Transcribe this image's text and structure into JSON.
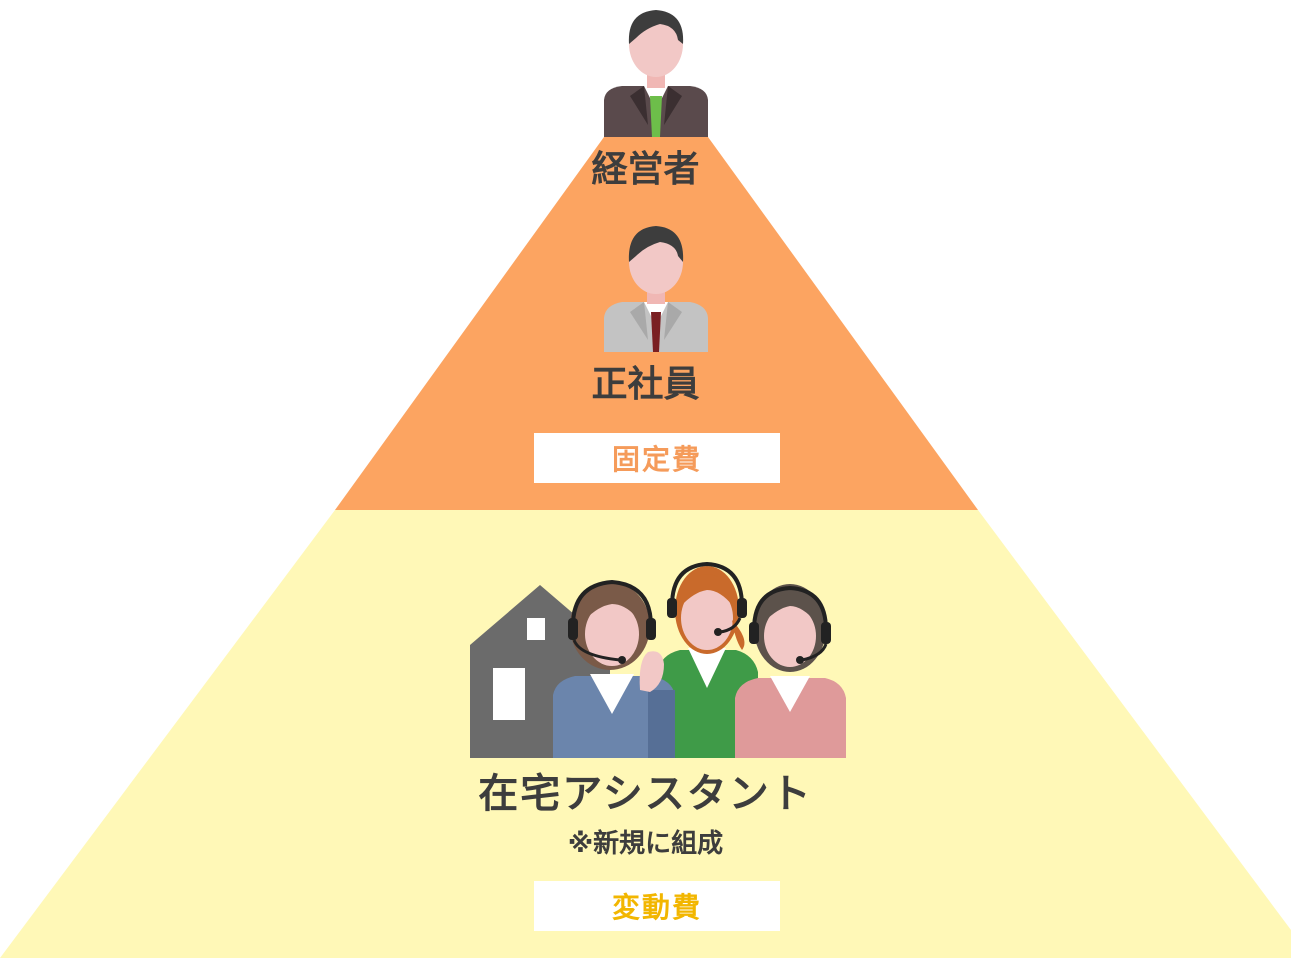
{
  "pyramid": {
    "top": {
      "executive_label": "経営者",
      "employee_label": "正社員",
      "cost_label": "固定費",
      "fill_color": "#fca461",
      "cost_label_color": "#f59b5a"
    },
    "bottom": {
      "assistant_label": "在宅アシスタント",
      "assistant_note": "※新規に組成",
      "cost_label": "変動費",
      "fill_color": "#fff8b7",
      "cost_label_color": "#f2b600"
    }
  },
  "icons": {
    "executive": "businessman-dark-suit-icon",
    "employee": "businessman-gray-suit-icon",
    "home": "house-icon",
    "assistants": "headset-operators-icon"
  }
}
